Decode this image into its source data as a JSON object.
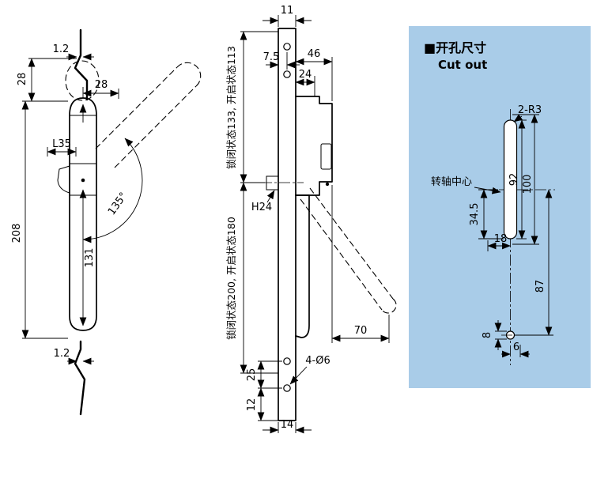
{
  "side_view": {
    "dim_rod_thickness_top": "1.2",
    "dim_rod_height": "28",
    "dim_top_offset": "28",
    "dim_handle_width": "L35",
    "dim_overall_height": "208",
    "dim_grip_length": "131",
    "dim_open_angle": "135°",
    "dim_rod_thickness_bottom": "1.2"
  },
  "front_view": {
    "dim_plate_width_top": "11",
    "dim_hole_edge_offset": "7.5",
    "dim_body_width": "46",
    "dim_body_step_width": "24",
    "dim_state_upper": "锁闭状态133, 开启状态113",
    "dim_shaft_height": "H24",
    "dim_state_lower": "锁闭状态200, 开启状态180",
    "dim_open_reach": "70",
    "dim_mounting_holes": "4-Ø6",
    "dim_hole_spacing": "25",
    "dim_hole_to_end": "12",
    "dim_plate_width_bottom": "14"
  },
  "cutout_panel": {
    "title_cn": "■开孔尺寸",
    "title_en": "Cut out",
    "panel_color": "#a9cce8",
    "dim_slot_corner_radius": "2-R3",
    "label_pivot_center": "转轴中心",
    "dim_slot_length": "92",
    "dim_cutout_length": "100",
    "dim_pivot_from_slot_bottom": "34.5",
    "dim_slot_side_offset": "18",
    "dim_pivot_to_hole": "87",
    "dim_hole_size": "8",
    "dim_hole_offset": "6"
  }
}
